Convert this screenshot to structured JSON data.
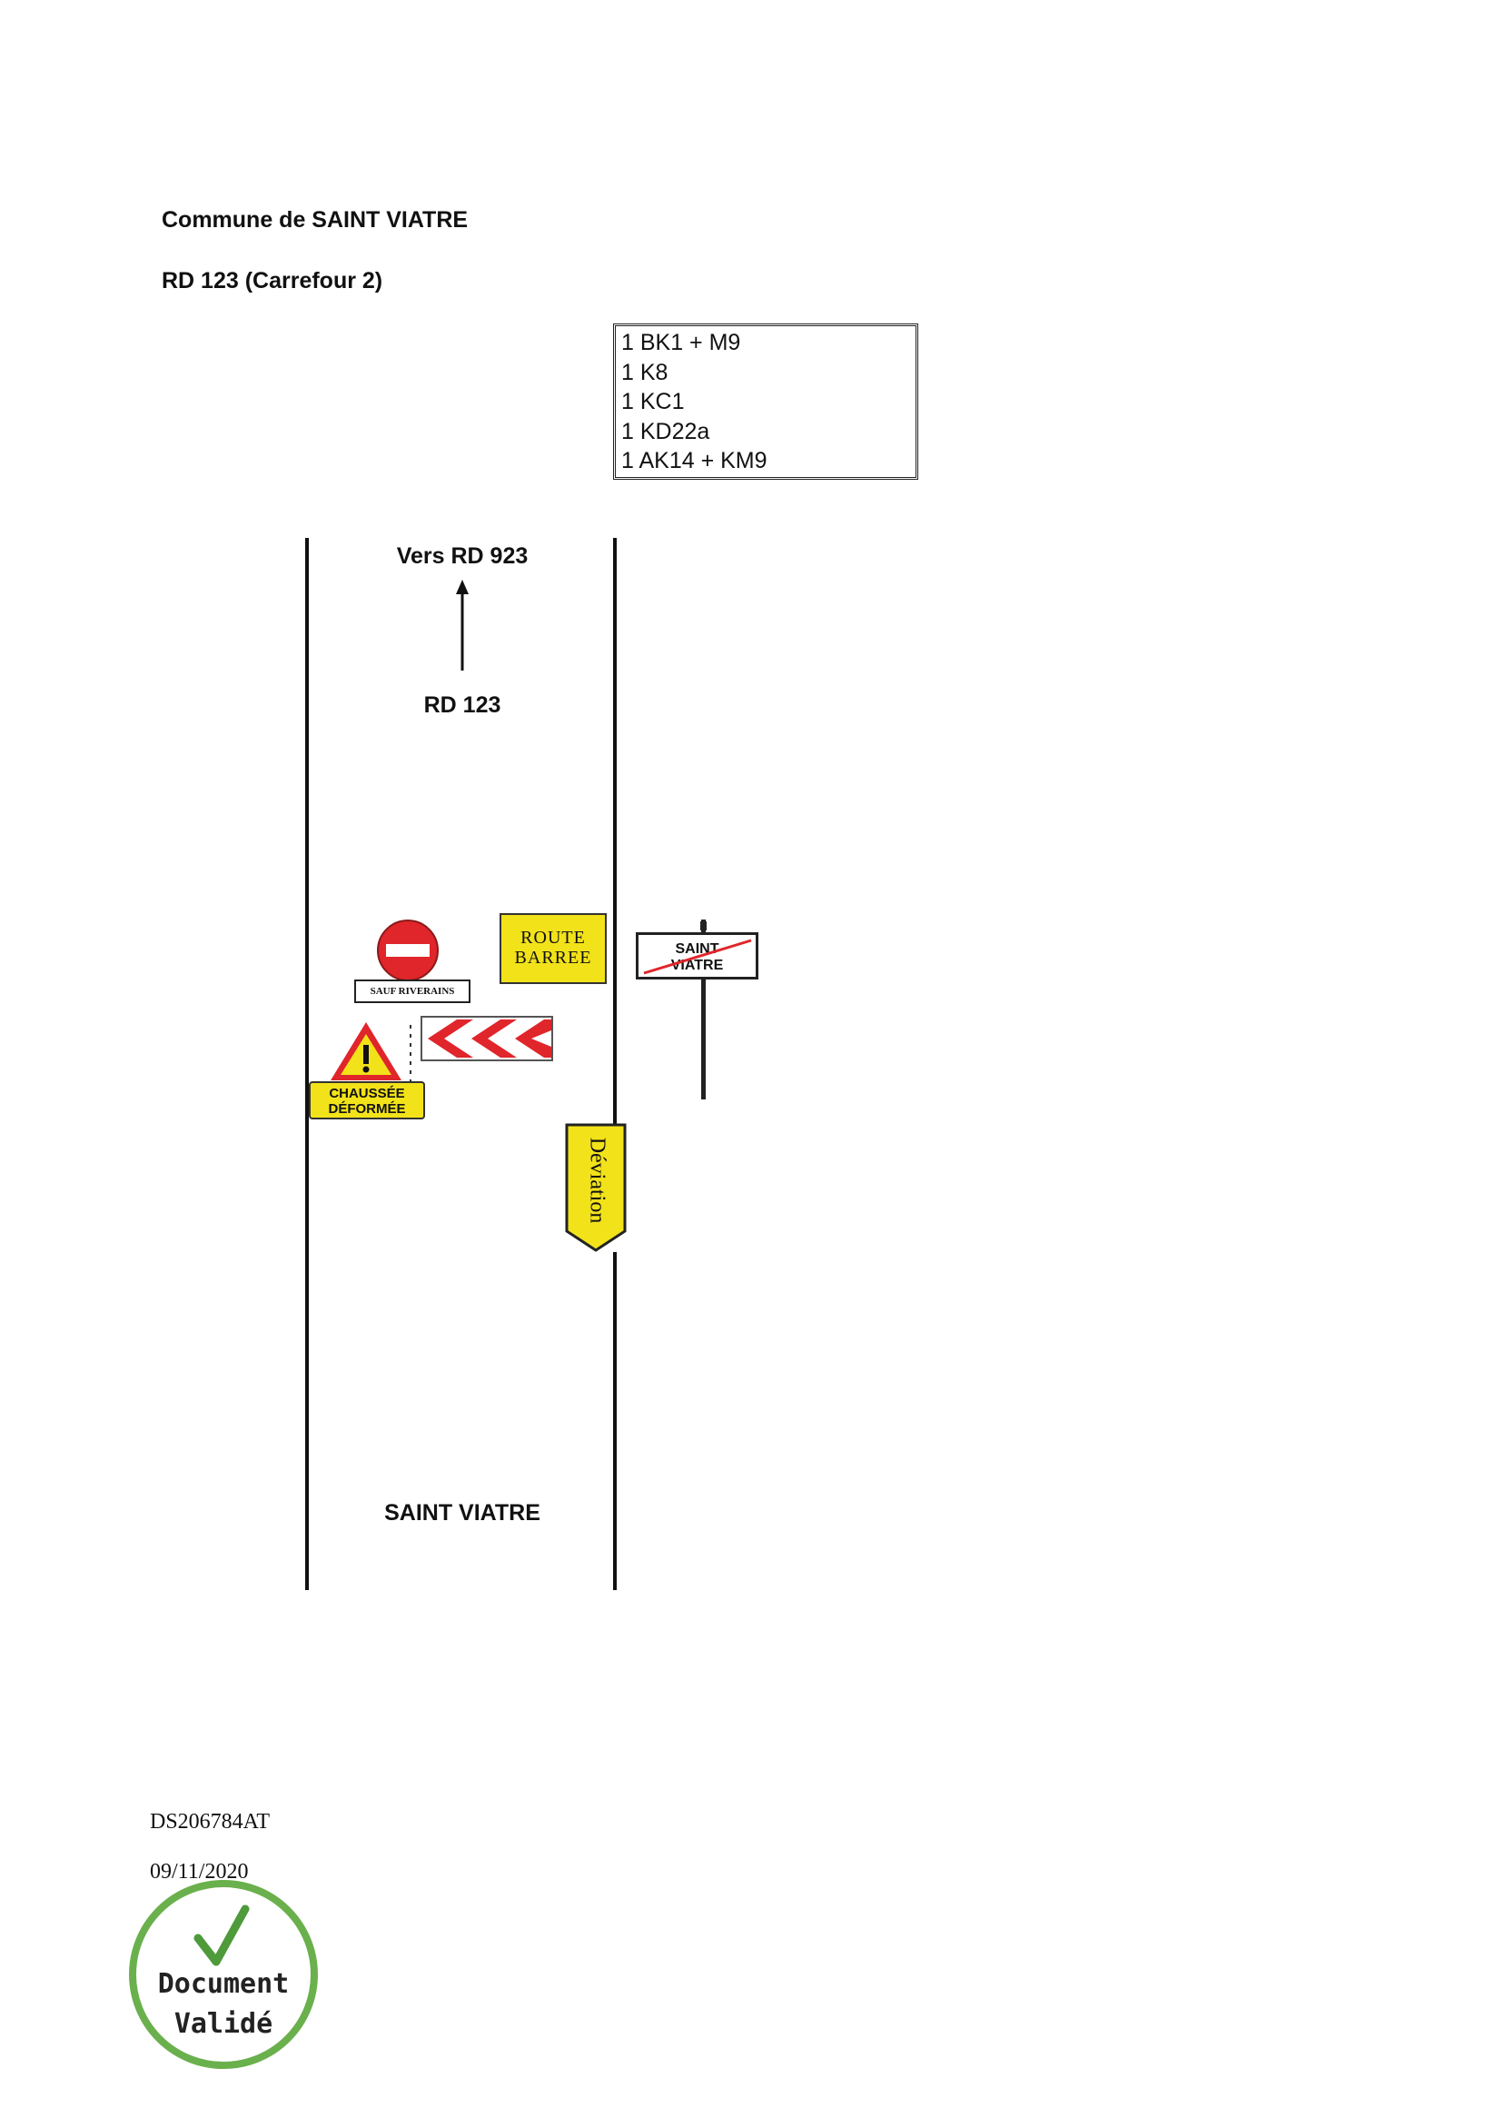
{
  "header": {
    "commune": "Commune de SAINT VIATRE",
    "road": "RD 123 (Carrefour 2)"
  },
  "sign_list": [
    "1 BK1 + M9",
    "1 K8",
    "1 KC1",
    "1 KD22a",
    "1 AK14 + KM9"
  ],
  "road": {
    "direction_label": "Vers RD 923",
    "road_label": "RD 123",
    "town_label": "SAINT VIATRE"
  },
  "signs": {
    "route_barree_line1": "ROUTE",
    "route_barree_line2": "BARREE",
    "sauf_riverains": "SAUF RIVERAINS",
    "chaussee_line1": "CHAUSSÉE",
    "chaussee_line2": "DÉFORMÉE",
    "town_exit_line1": "SAINT",
    "town_exit_line2": "VIATRE",
    "deviation": "Déviation"
  },
  "footer": {
    "reference": "DS206784AT",
    "date": "09/11/2020",
    "stamp_line1": "Document",
    "stamp_line2": "Validé"
  },
  "colors": {
    "sign_yellow": "#f2e21a",
    "no_entry_red": "#e0252b",
    "chevron_red": "#e0252b",
    "stamp_green": "#6ab04c"
  }
}
